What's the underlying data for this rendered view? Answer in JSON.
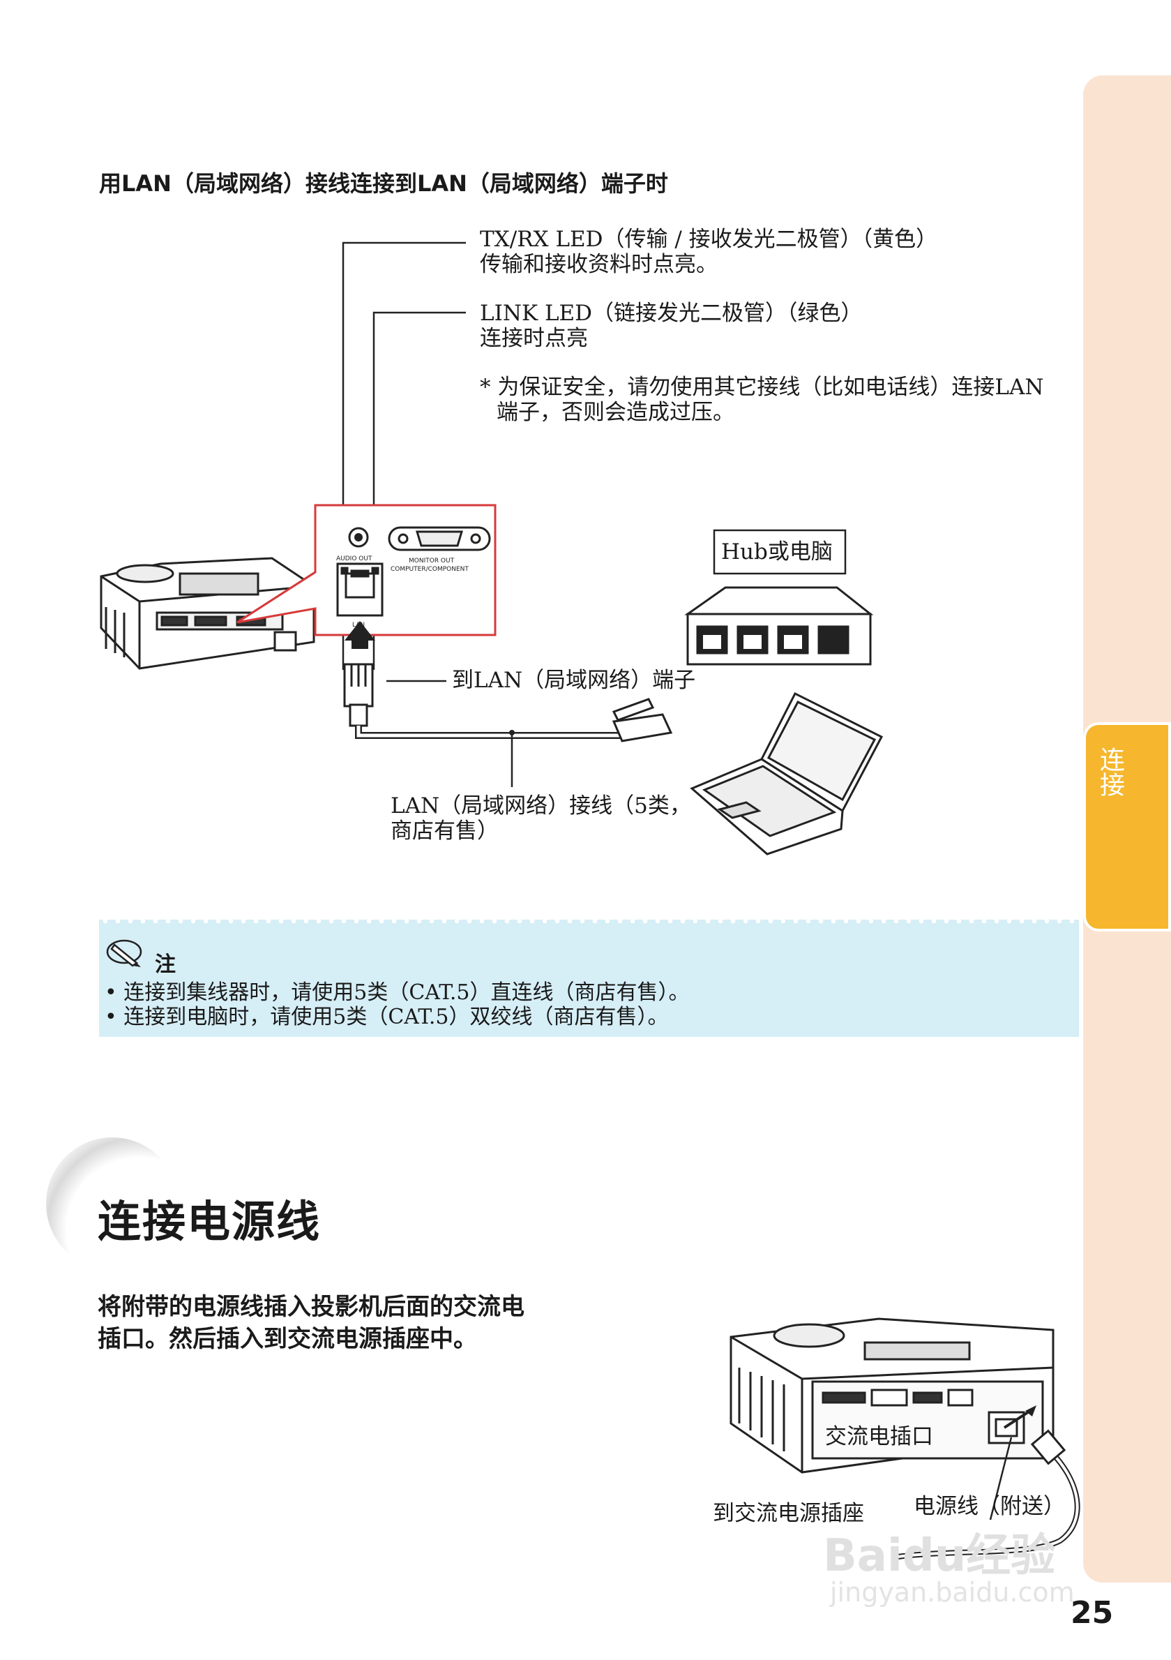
{
  "side_tab": {
    "label": "连接"
  },
  "lan_section": {
    "title": "用LAN（局域网络）接线连接到LAN（局域网络）端子时",
    "callouts": {
      "txrx_line1": "TX/RX LED（传输 / 接收发光二极管）（黄色）",
      "txrx_line2": "传输和接收资料时点亮。",
      "link_line1": "LINK LED（链接发光二极管）（绿色）",
      "link_line2": "连接时点亮",
      "warning_line1": "* 为保证安全，请勿使用其它接线（比如电话线）连接LAN",
      "warning_line2": "端子，否则会造成过压。",
      "to_lan": "到LAN（局域网络）端子",
      "cable_line1": "LAN（局域网络）接线（5类，",
      "cable_line2": "商店有售）",
      "hub": "Hub或电脑"
    },
    "panel_labels": {
      "audio_out": "AUDIO OUT",
      "monitor_out": "MONITOR OUT",
      "computer_component": "COMPUTER/COMPONENT",
      "lan": "LAN"
    }
  },
  "note": {
    "title": "注",
    "items": [
      "• 连接到集线器时，请使用5类（CAT.5）直连线（商店有售）。",
      "• 连接到电脑时，请使用5类（CAT.5）双绞线（商店有售）。"
    ]
  },
  "power_section": {
    "title": "连接电源线",
    "desc_line1": "将附带的电源线插入投影机后面的交流电",
    "desc_line2": "插口。然后插入到交流电源插座中。",
    "labels": {
      "ac_socket": "交流电插口",
      "to_outlet": "到交流电源插座",
      "power_cord": "电源线（附送）"
    }
  },
  "page_number": "25",
  "watermark": {
    "brand": "Baidu经验",
    "url": "jingyan.baidu.com"
  }
}
